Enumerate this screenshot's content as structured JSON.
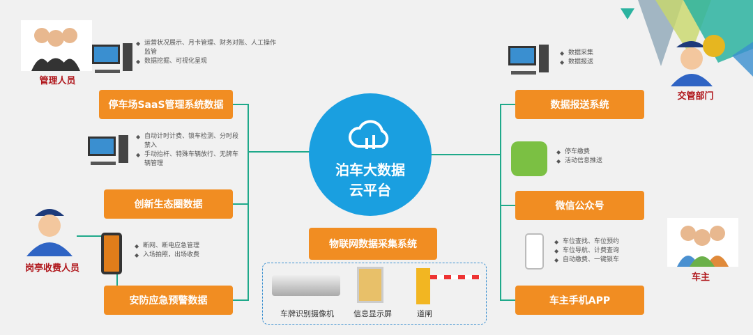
{
  "center": {
    "line1": "泊车大数据",
    "line2": "云平台",
    "color": "#1a9fe0"
  },
  "left": {
    "boxes": [
      "停车场SaaS管理系统数据",
      "创新生态圈数据",
      "安防应急预警数据"
    ],
    "notes_top": [
      "运营状况展示、月卡管理、财务对账、人工操作监管",
      "数据挖掘、可视化呈现"
    ],
    "notes_mid": [
      "自动计时计费、锁车检测、分时段禁入",
      "手动抬杆、特殊车辆放行、无牌车辆管理"
    ],
    "notes_bottom": [
      "断网、断电应急管理",
      "入场拍照，出场收费"
    ],
    "roles": [
      "管理人员",
      "岗亭收费人员"
    ]
  },
  "right": {
    "boxes": [
      "数据报送系统",
      "微信公众号",
      "车主手机APP"
    ],
    "notes_top": [
      "数据采集",
      "数据报送"
    ],
    "notes_mid": [
      "停车缴费",
      "活动信息推送"
    ],
    "notes_bottom": [
      "车位查找、车位预约",
      "车位导航、计费查询",
      "自动缴费、一键锁车"
    ],
    "roles": [
      "交管部门",
      "车主"
    ]
  },
  "iot": {
    "box": "物联网数据采集系统",
    "devices": [
      "车牌识别摄像机",
      "信息显示屏",
      "道闸"
    ]
  },
  "colors": {
    "orange": "#f18d22",
    "line": "#1fa98a",
    "role": "#b0161b"
  }
}
